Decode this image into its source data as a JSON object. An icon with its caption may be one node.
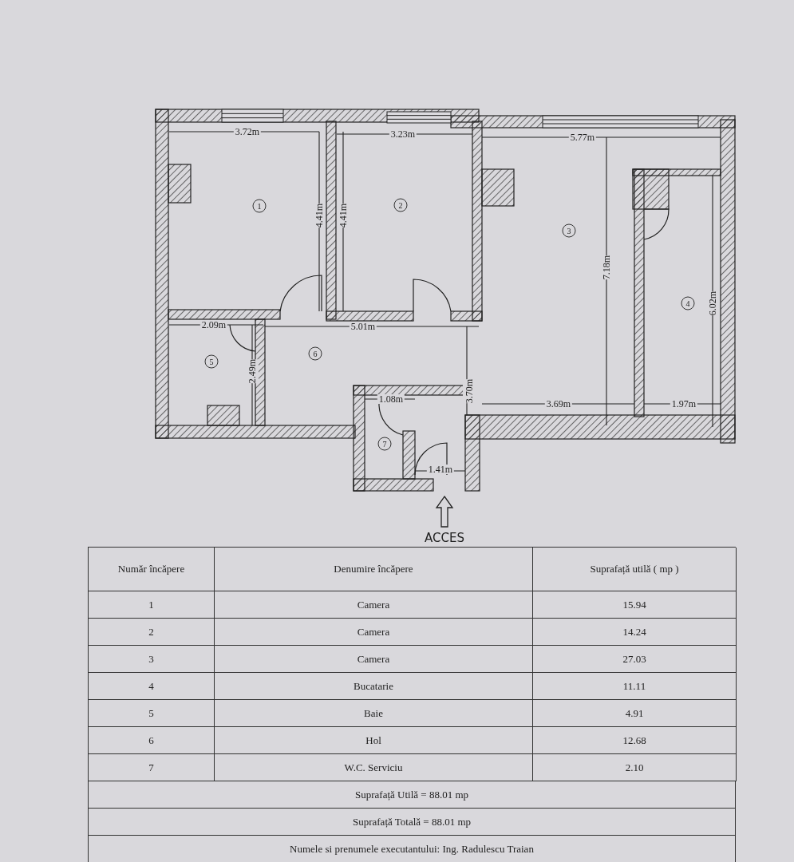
{
  "diagram": {
    "labels": [
      "3.72m",
      "3.23m",
      "5.77m",
      "1",
      "4.41m",
      "4.41m",
      "2",
      "3",
      "7.18m",
      "4",
      "6.02m",
      "2.09m",
      "5.01m",
      "6",
      "5",
      "2.49m",
      "3.70m",
      "1.08m",
      "3.69m",
      "1.97m",
      "7",
      "1.41m",
      "ACCES",
      "Număr încăpere",
      "Denumire încăpere",
      "Suprafață utilă ( mp )",
      "1",
      "Camera",
      "15.94",
      "2",
      "Camera",
      "14.24",
      "3",
      "Camera",
      "27.03",
      "4",
      "Bucatarie",
      "11.11",
      "5",
      "Baie",
      "4.91",
      "6",
      "Hol",
      "12.68",
      "7",
      "W.C. Serviciu",
      "2.10",
      "Suprafață Utilă = 88.01 mp",
      "Suprafață Totală = 88.01 mp",
      "Numele si prenumele executantului: Ing. Radulescu Traian"
    ]
  }
}
